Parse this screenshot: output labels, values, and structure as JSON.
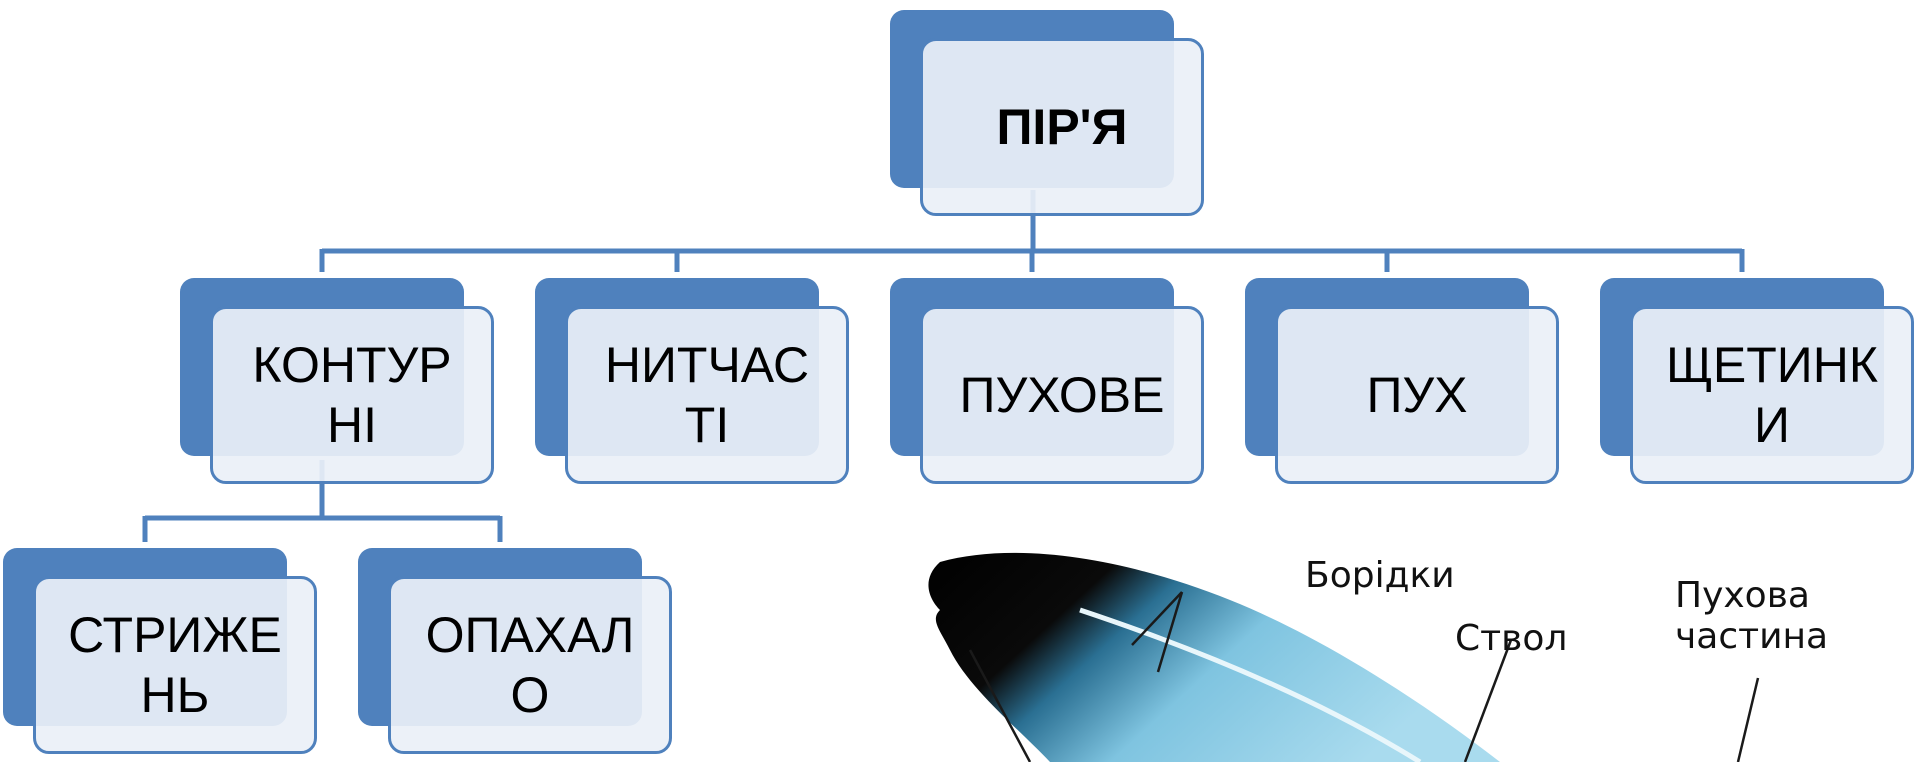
{
  "diagram": {
    "root": "ПІР'Я",
    "types": [
      {
        "id": "contour",
        "label": "КОНТУР НІ",
        "lines": [
          "КОНТУР",
          "НІ"
        ]
      },
      {
        "id": "filoplume",
        "label": "НИТЧАС ТІ",
        "lines": [
          "НИТЧАС",
          "ТІ"
        ]
      },
      {
        "id": "semiplume",
        "label": "ПУХОВЕ",
        "lines": [
          "ПУХОВЕ"
        ]
      },
      {
        "id": "down",
        "label": "ПУХ",
        "lines": [
          "ПУХ"
        ]
      },
      {
        "id": "bristle",
        "label": "ЩЕТИНК И",
        "lines": [
          "ЩЕТИНК",
          "И"
        ]
      }
    ],
    "parts": [
      {
        "id": "shaft",
        "label": "СТРИЖЕ НЬ",
        "lines": [
          "СТРИЖЕ",
          "НЬ"
        ]
      },
      {
        "id": "vane",
        "label": "ОПАХАЛ О",
        "lines": [
          "ОПАХАЛ",
          "О"
        ]
      }
    ]
  },
  "feather_image": {
    "labels": {
      "barbs": "Борідки",
      "rachis": "Ствол",
      "down_part_line1": "Пухова",
      "down_part_line2": "частина"
    }
  },
  "colors": {
    "accent": "#4f81bd",
    "box_fill": "#eaf0f7",
    "feather_dark": "#000000",
    "feather_blue": "#7fc4e0"
  }
}
